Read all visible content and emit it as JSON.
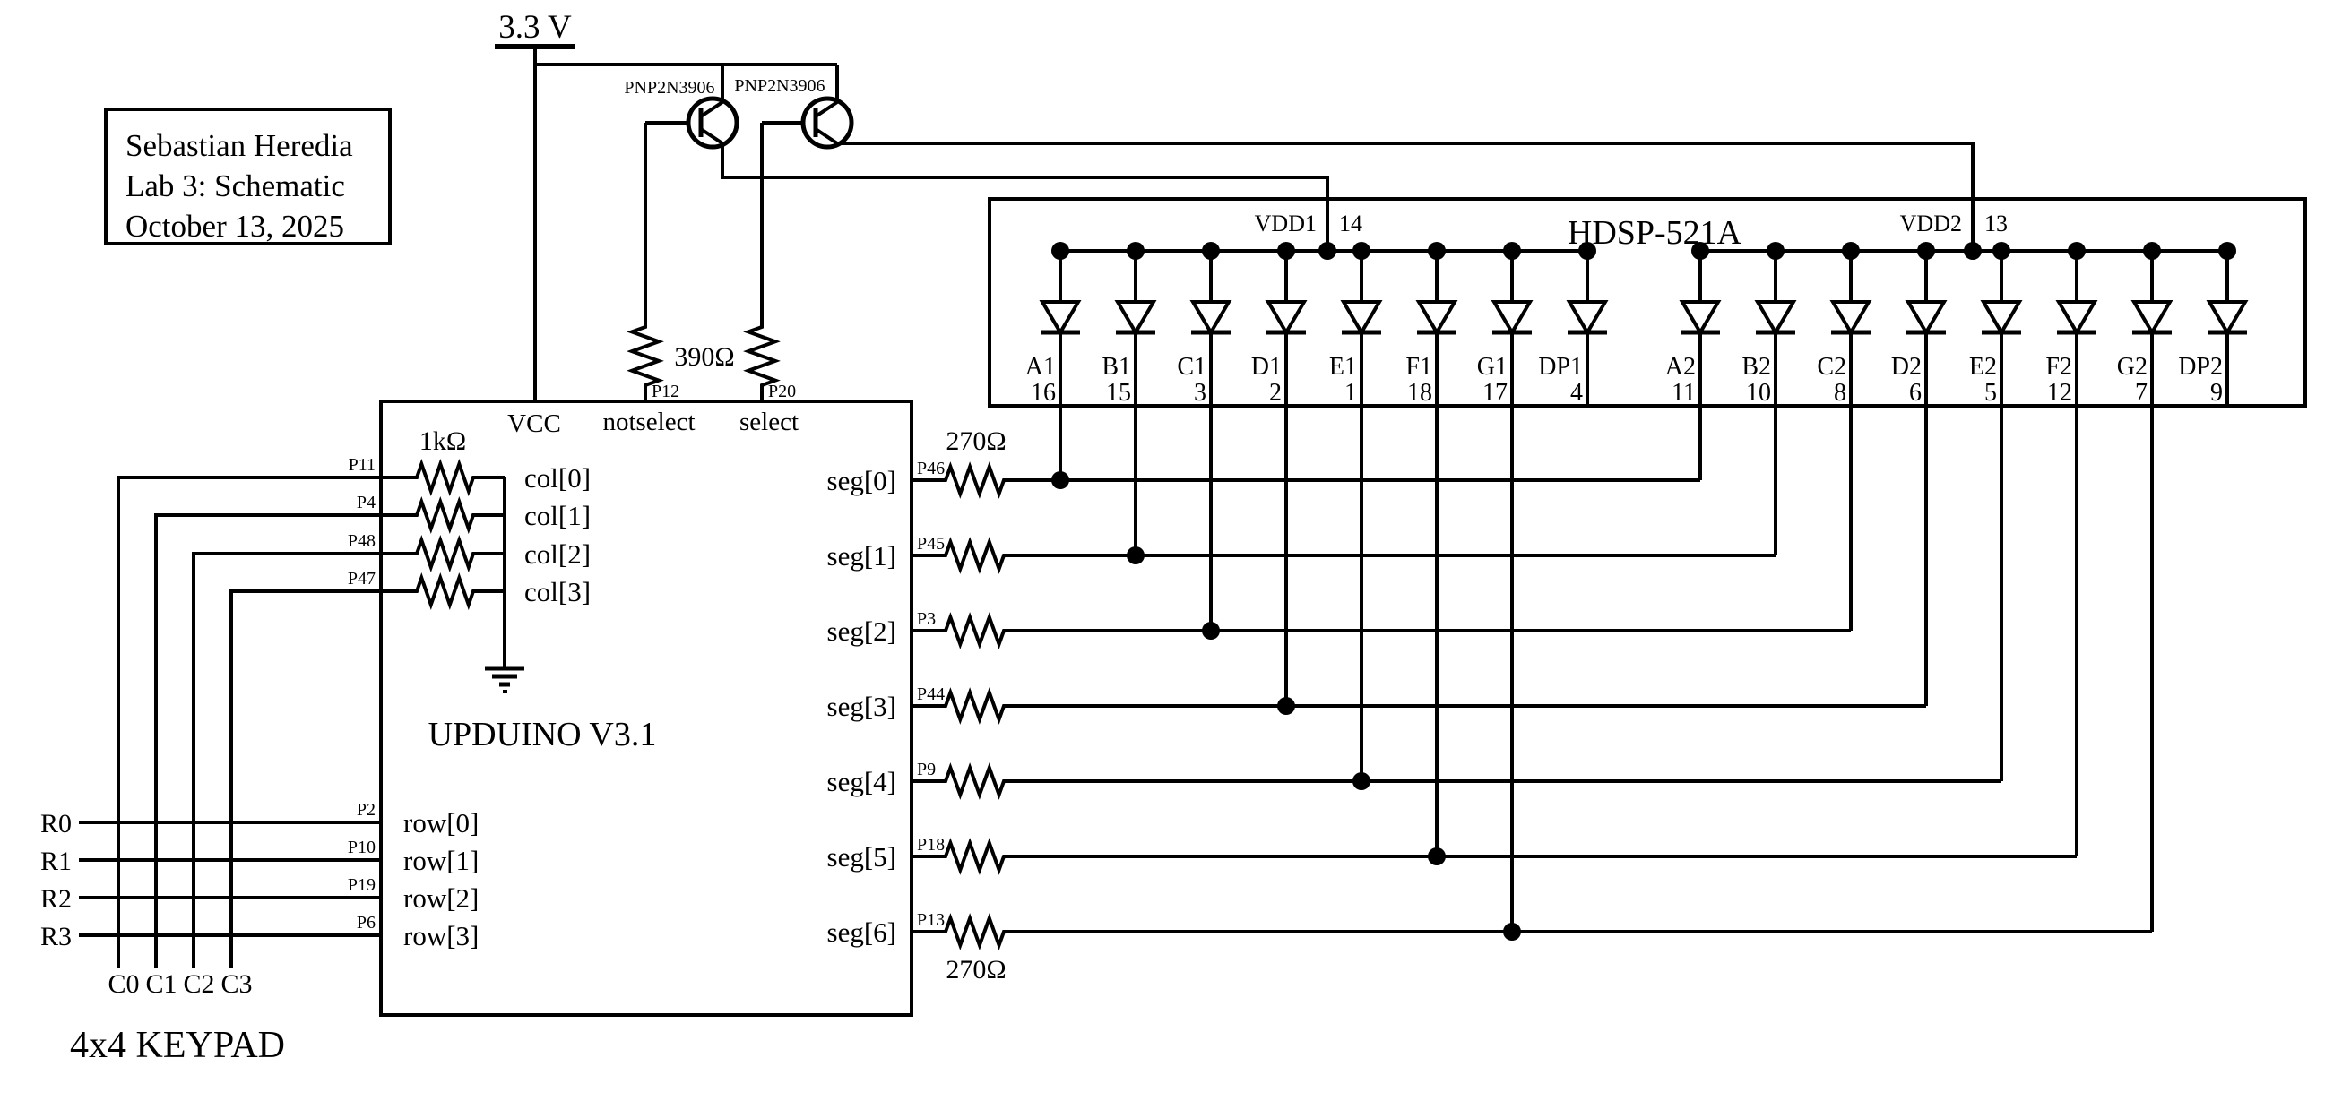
{
  "schematic": {
    "title_block": {
      "lines": [
        "Sebastian Heredia",
        "Lab 3: Schematic",
        "October 13, 2025"
      ]
    },
    "power": {
      "label": "3.3 V"
    },
    "transistors": [
      "PNP2N3906",
      "PNP2N3906"
    ],
    "base_resistors": {
      "value": "390Ω",
      "pins": [
        "P12",
        "P20"
      ],
      "signals": [
        "notselect",
        "select"
      ]
    },
    "upduino": {
      "title": "UPDUINO V3.1",
      "vcc_label": "VCC",
      "pullup_value": "1kΩ",
      "seg_resistor_value": "270Ω",
      "cols": [
        {
          "pin": "P11",
          "label": "col[0]"
        },
        {
          "pin": "P4",
          "label": "col[1]"
        },
        {
          "pin": "P48",
          "label": "col[2]"
        },
        {
          "pin": "P47",
          "label": "col[3]"
        }
      ],
      "segs": [
        {
          "pin": "P46",
          "label": "seg[0]"
        },
        {
          "pin": "P45",
          "label": "seg[1]"
        },
        {
          "pin": "P3",
          "label": "seg[2]"
        },
        {
          "pin": "P44",
          "label": "seg[3]"
        },
        {
          "pin": "P9",
          "label": "seg[4]"
        },
        {
          "pin": "P18",
          "label": "seg[5]"
        },
        {
          "pin": "P13",
          "label": "seg[6]"
        }
      ],
      "rows": [
        {
          "pin": "P2",
          "label": "row[0]"
        },
        {
          "pin": "P10",
          "label": "row[1]"
        },
        {
          "pin": "P19",
          "label": "row[2]"
        },
        {
          "pin": "P6",
          "label": "row[3]"
        }
      ]
    },
    "display": {
      "title": "HDSP-521A",
      "vdd": [
        {
          "label": "VDD1",
          "pin": "14"
        },
        {
          "label": "VDD2",
          "pin": "13"
        }
      ],
      "digit1": [
        {
          "segment": "A1",
          "pin": "16"
        },
        {
          "segment": "B1",
          "pin": "15"
        },
        {
          "segment": "C1",
          "pin": "3"
        },
        {
          "segment": "D1",
          "pin": "2"
        },
        {
          "segment": "E1",
          "pin": "1"
        },
        {
          "segment": "F1",
          "pin": "18"
        },
        {
          "segment": "G1",
          "pin": "17"
        },
        {
          "segment": "DP1",
          "pin": "4"
        }
      ],
      "digit2": [
        {
          "segment": "A2",
          "pin": "11"
        },
        {
          "segment": "B2",
          "pin": "10"
        },
        {
          "segment": "C2",
          "pin": "8"
        },
        {
          "segment": "D2",
          "pin": "6"
        },
        {
          "segment": "E2",
          "pin": "5"
        },
        {
          "segment": "F2",
          "pin": "12"
        },
        {
          "segment": "G2",
          "pin": "7"
        },
        {
          "segment": "DP2",
          "pin": "9"
        }
      ]
    },
    "keypad": {
      "title": "4x4 KEYPAD",
      "rows": [
        "R0",
        "R1",
        "R2",
        "R3"
      ],
      "cols": [
        "C0",
        "C1",
        "C2",
        "C3"
      ]
    },
    "colors": {
      "ink": "#000000",
      "background": "#ffffff"
    }
  }
}
